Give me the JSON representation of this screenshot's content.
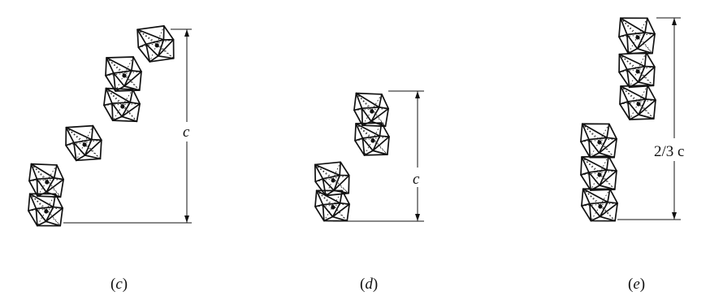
{
  "figure": {
    "panels": [
      {
        "id": "c",
        "caption": "(c)",
        "caption_prefix": "(",
        "caption_letter": "c",
        "caption_suffix": ")",
        "dimension_label": "c"
      },
      {
        "id": "d",
        "caption": "(d)",
        "caption_prefix": "(",
        "caption_letter": "d",
        "caption_suffix": ")",
        "dimension_label": "c"
      },
      {
        "id": "e",
        "caption": "(e)",
        "caption_prefix": "(",
        "caption_letter": "e",
        "caption_suffix": ")",
        "dimension_label": "2/3 c"
      }
    ]
  }
}
